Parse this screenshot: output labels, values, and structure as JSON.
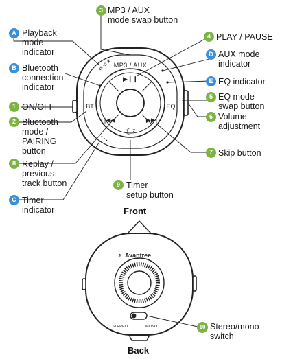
{
  "colors": {
    "number_badge": "#7cb342",
    "letter_badge": "#3b8fd6",
    "device_outline": "#222222"
  },
  "front": {
    "section_label": "Front",
    "device_text": {
      "top_label": "MP3 / AUX",
      "left_label": "BT",
      "right_label": "EQ"
    },
    "callouts": [
      {
        "badge": "3",
        "text": "MP3 / AUX\nmode swap button"
      },
      {
        "badge": "A",
        "text": "Playback\nmode\nindicator"
      },
      {
        "badge": "4",
        "text": "PLAY / PAUSE"
      },
      {
        "badge": "B",
        "text": "Bluetooth\nconnection\nindicator"
      },
      {
        "badge": "D",
        "text": "AUX mode\nindicator"
      },
      {
        "badge": "E",
        "text": "EQ indicator"
      },
      {
        "badge": "1",
        "text": "ON/OFF"
      },
      {
        "badge": "5",
        "text": "EQ mode\nswap button"
      },
      {
        "badge": "2",
        "text": "Bluetooth\nmode /\nPAIRING\nbutton"
      },
      {
        "badge": "6",
        "text": "Volume\nadjustment"
      },
      {
        "badge": "7",
        "text": "Skip button"
      },
      {
        "badge": "8",
        "text": "Replay /\nprevious\ntrack button"
      },
      {
        "badge": "C",
        "text": "Timer\nindicator"
      },
      {
        "badge": "9",
        "text": "Timer\nsetup button"
      }
    ]
  },
  "back": {
    "section_label": "Back",
    "brand": "Avantree",
    "switch_left": "STEREO",
    "switch_right": "MONO",
    "callouts": [
      {
        "badge": "10",
        "text": "Stereo/mono\nswitch"
      }
    ]
  }
}
